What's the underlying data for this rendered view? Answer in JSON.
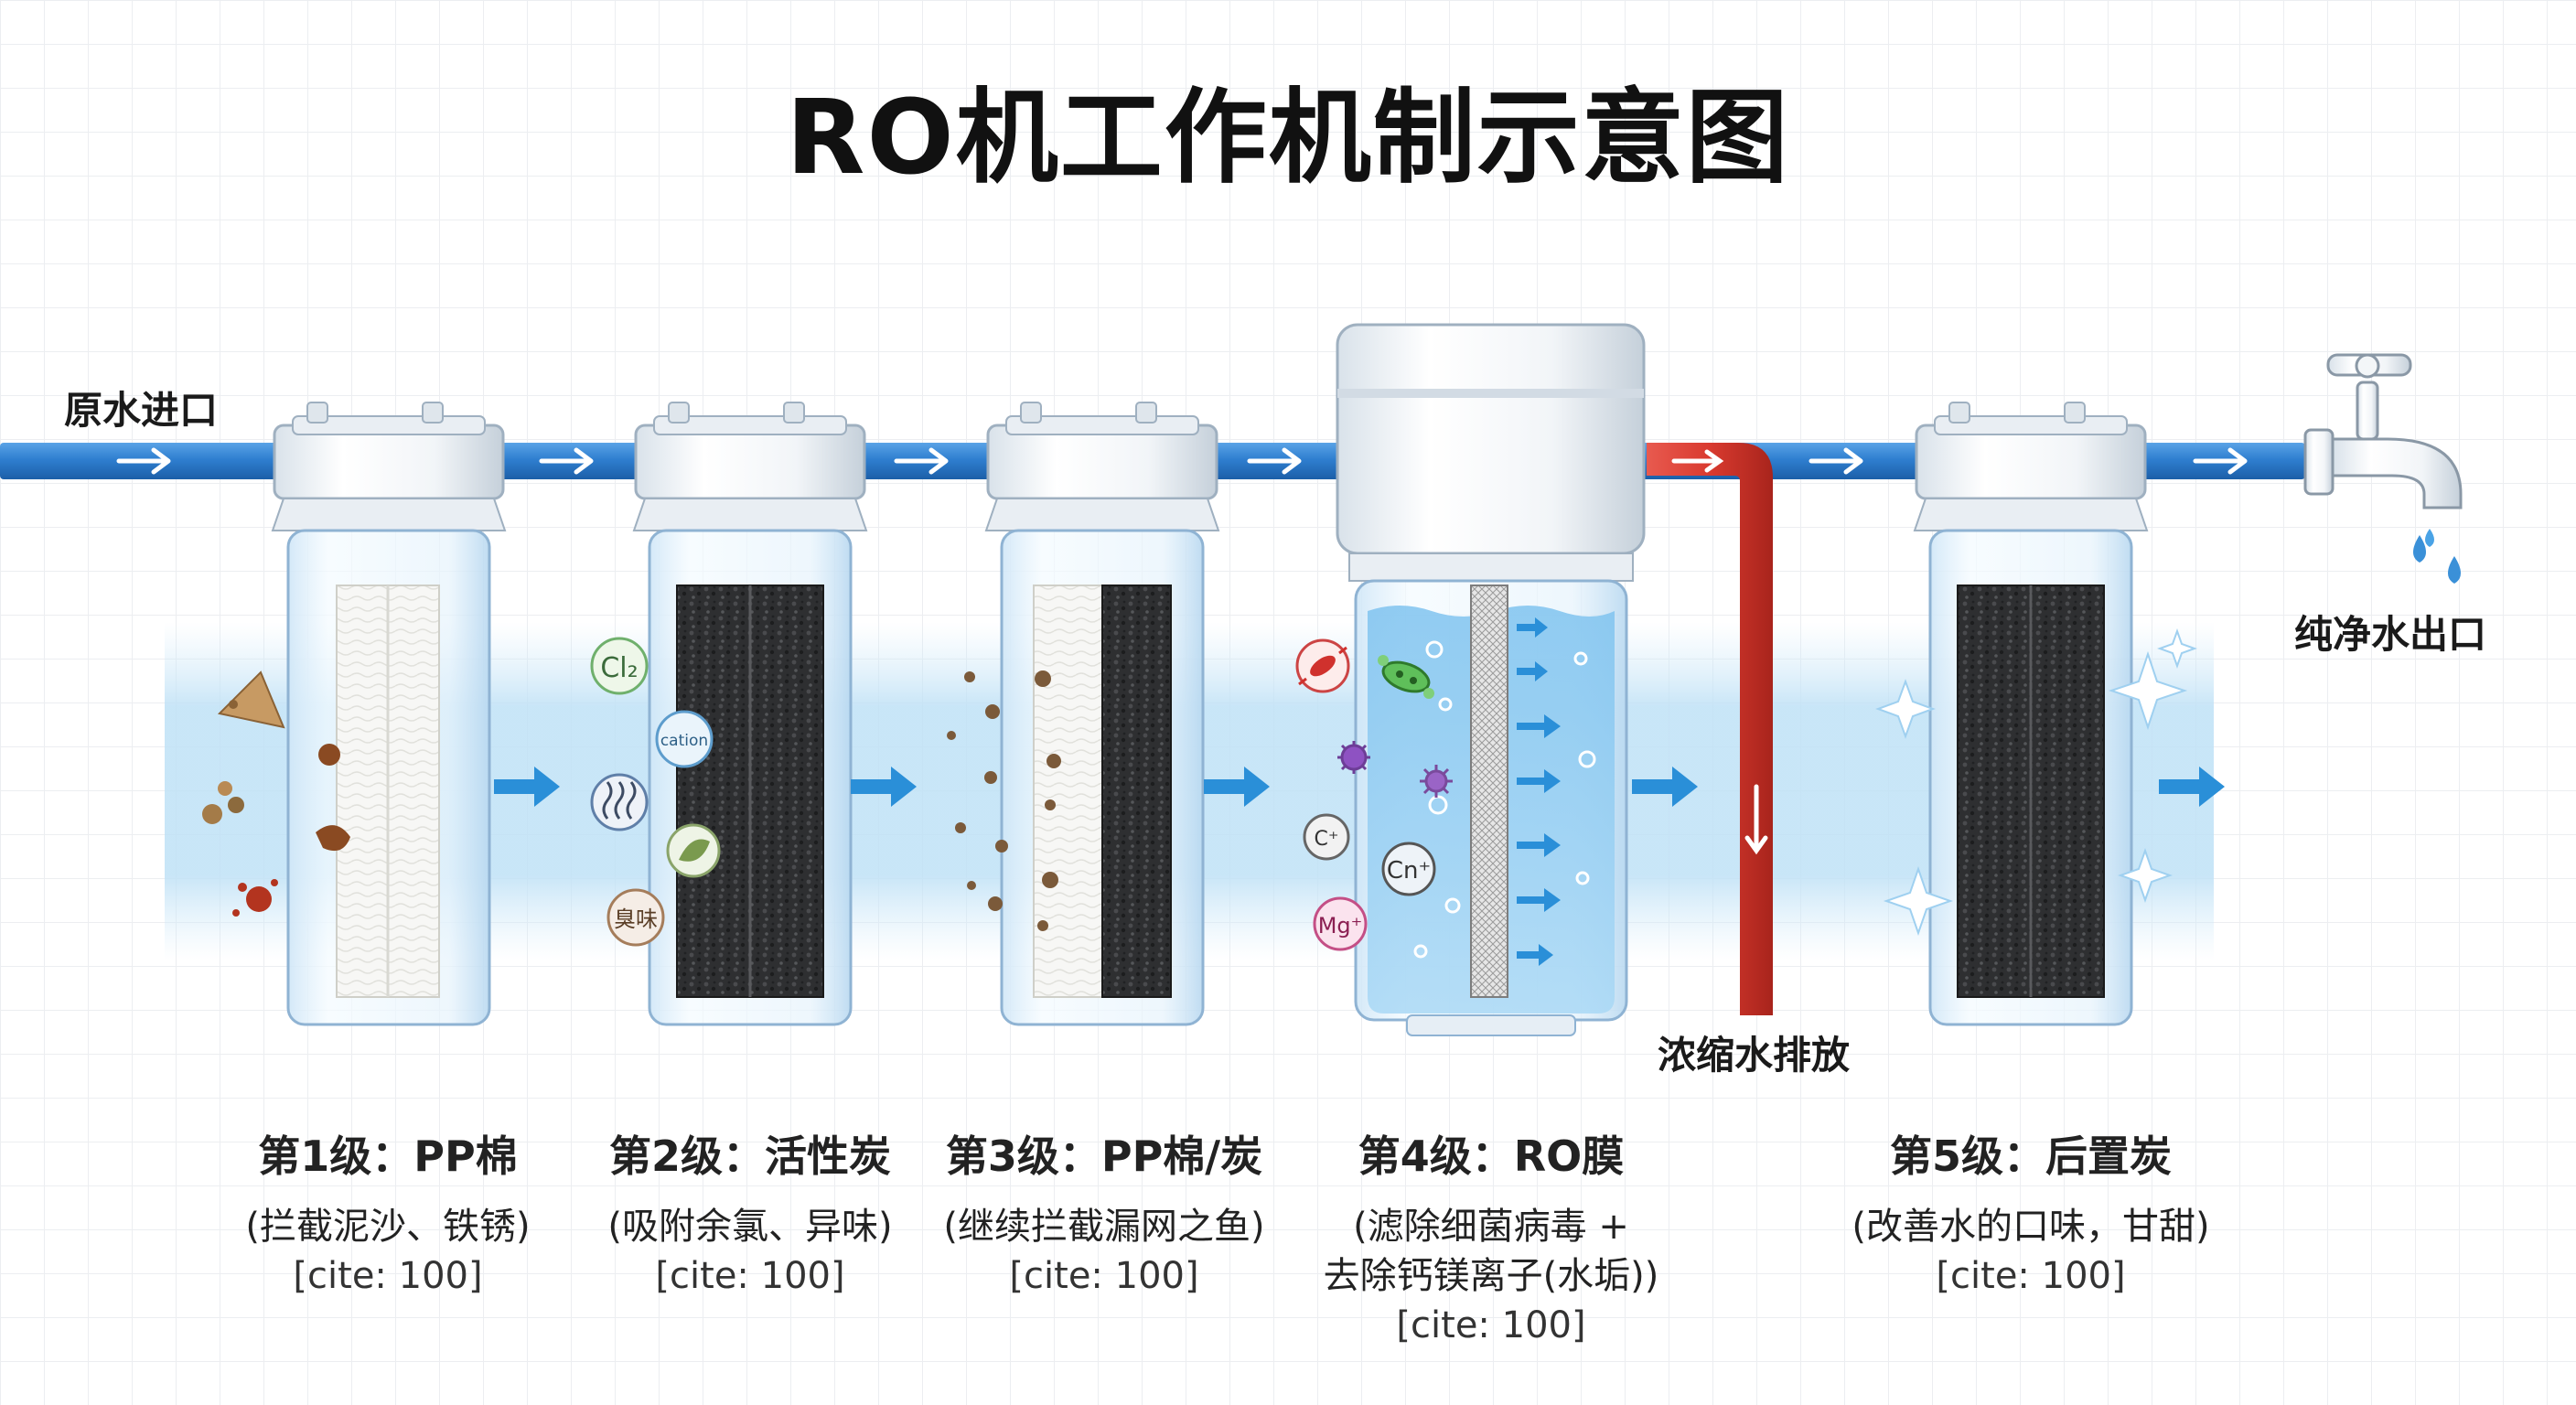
{
  "title": "RO机工作机制示意图",
  "labels": {
    "inlet": "原水进口",
    "outlet": "纯净水出口",
    "drain": "浓缩水排放"
  },
  "contaminants": {
    "chlorine": "Cl₂",
    "cation": "cation",
    "odor": "臭味",
    "ion_c": "C⁺",
    "ion_cn": "Cn⁺",
    "ion_mg": "Mg⁺"
  },
  "stages": [
    {
      "title": "第1级：PP棉",
      "desc": [
        "(拦截泥沙、铁锈)"
      ],
      "cite": "[cite: 100]"
    },
    {
      "title": "第2级：活性炭",
      "desc": [
        "(吸附余氯、异味)"
      ],
      "cite": "[cite: 100]"
    },
    {
      "title": "第3级：PP棉/炭",
      "desc": [
        "(继续拦截漏网之鱼)"
      ],
      "cite": "[cite: 100]"
    },
    {
      "title": "第4级：RO膜",
      "desc": [
        "(滤除细菌病毒 +",
        "去除钙镁离子(水垢))"
      ],
      "cite": "[cite: 100]"
    },
    {
      "title": "第5级：后置炭",
      "desc": [
        "(改善水的口味，甘甜)"
      ],
      "cite": "[cite: 100]"
    }
  ],
  "colors": {
    "pipe": "#2f7fd0",
    "drain_pipe": "#d93a2f",
    "water": "#bfe1f6",
    "arrow": "#2a8fd8"
  },
  "icons": [
    "tap-icon",
    "bacteria-icon",
    "virus-icon",
    "sediment-icon",
    "sparkle-icon"
  ]
}
